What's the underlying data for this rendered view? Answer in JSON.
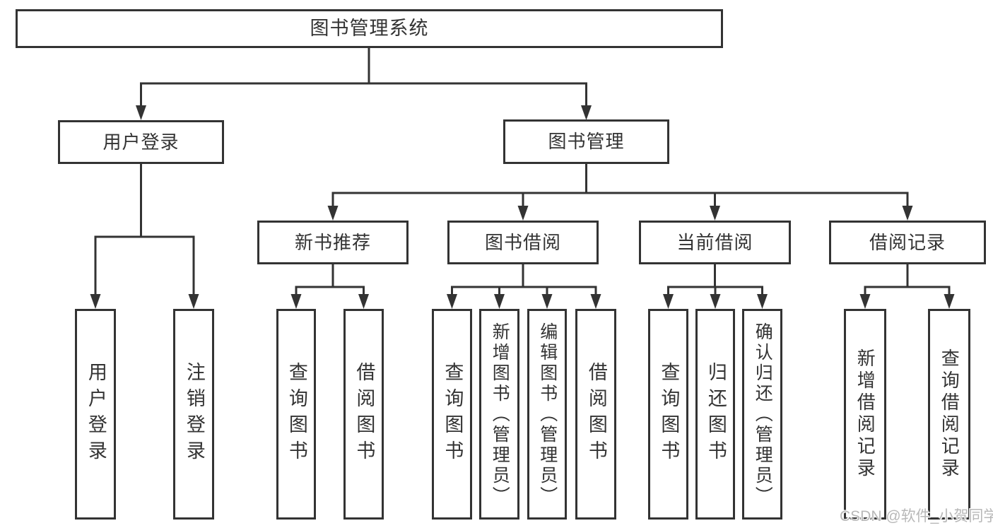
{
  "nodes": {
    "root": {
      "label": "图书管理系统"
    },
    "user_login": {
      "label": "用户登录"
    },
    "book_mgmt": {
      "label": "图书管理"
    },
    "new_book_rec": {
      "label": "新书推荐"
    },
    "book_borrow": {
      "label": "图书借阅"
    },
    "current_borrow": {
      "label": "当前借阅"
    },
    "borrow_records": {
      "label": "借阅记录"
    },
    "leaf_user_login": {
      "label": "用户登录"
    },
    "leaf_logout": {
      "label": "注销登录"
    },
    "leaf_query_books_1": {
      "label": "查询图书"
    },
    "leaf_borrow_books_1": {
      "label": "借阅图书"
    },
    "leaf_query_books_2": {
      "label": "查询图书"
    },
    "leaf_add_books": {
      "label": "新增图书（管理员）"
    },
    "leaf_edit_books": {
      "label": "编辑图书（管理员）"
    },
    "leaf_borrow_books_2": {
      "label": "借阅图书"
    },
    "leaf_query_books_3": {
      "label": "查询图书"
    },
    "leaf_return_books": {
      "label": "归还图书"
    },
    "leaf_confirm_return": {
      "label": "确认归还（管理员）"
    },
    "leaf_add_borrow_record": {
      "label": "新增借阅记录"
    },
    "leaf_query_borrow_record": {
      "label": "查询借阅记录"
    }
  },
  "watermark": {
    "text": "CSDN @软件_小贺同学"
  },
  "colors": {
    "line": "#333333",
    "box_border": "#333333",
    "text": "#333333",
    "watermark": "#b8b8b8",
    "background": "#ffffff"
  }
}
